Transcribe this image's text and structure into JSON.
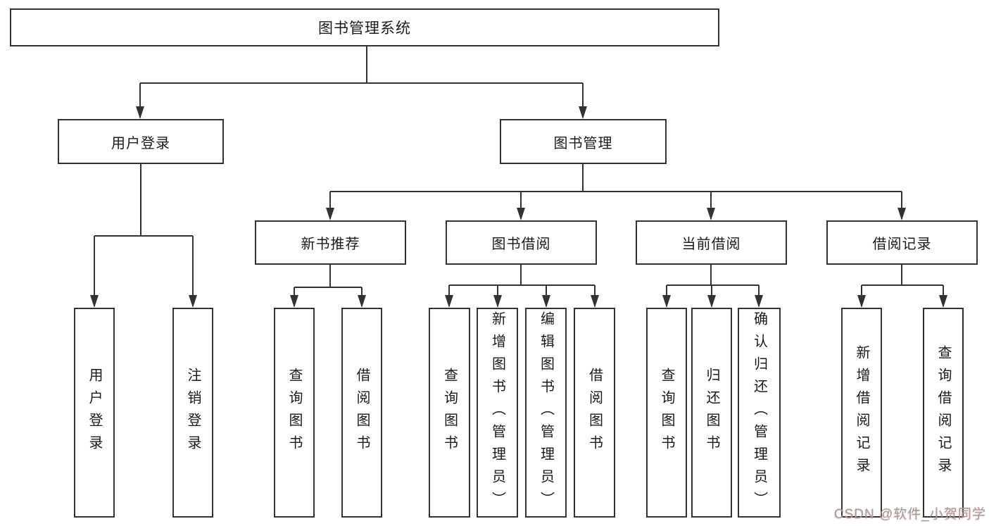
{
  "tree": {
    "root": "图书管理系统",
    "level2": {
      "user_login": "用户登录",
      "book_mgmt": "图书管理"
    },
    "level3": {
      "new_books": "新书推荐",
      "book_borrow": "图书借阅",
      "current_borrow": "当前借阅",
      "borrow_records": "借阅记录"
    },
    "leaves": {
      "user_login": [
        "用户登录",
        "注销登录"
      ],
      "new_books": [
        "查询图书",
        "借阅图书"
      ],
      "book_borrow": [
        "查询图书",
        "新增图书（管理员）",
        "编辑图书（管理员）",
        "借阅图书"
      ],
      "current_borrow": [
        "查询图书",
        "归还图书",
        "确认归还（管理员）"
      ],
      "borrow_records": [
        "新增借阅记录",
        "查询借阅记录"
      ]
    }
  },
  "watermark": "CSDN @软件_小贺同学",
  "colors": {
    "line": "#333333",
    "box_border": "#333333",
    "text": "#1a1a1a",
    "watermark": "#9e9e9e",
    "background": "#ffffff"
  }
}
